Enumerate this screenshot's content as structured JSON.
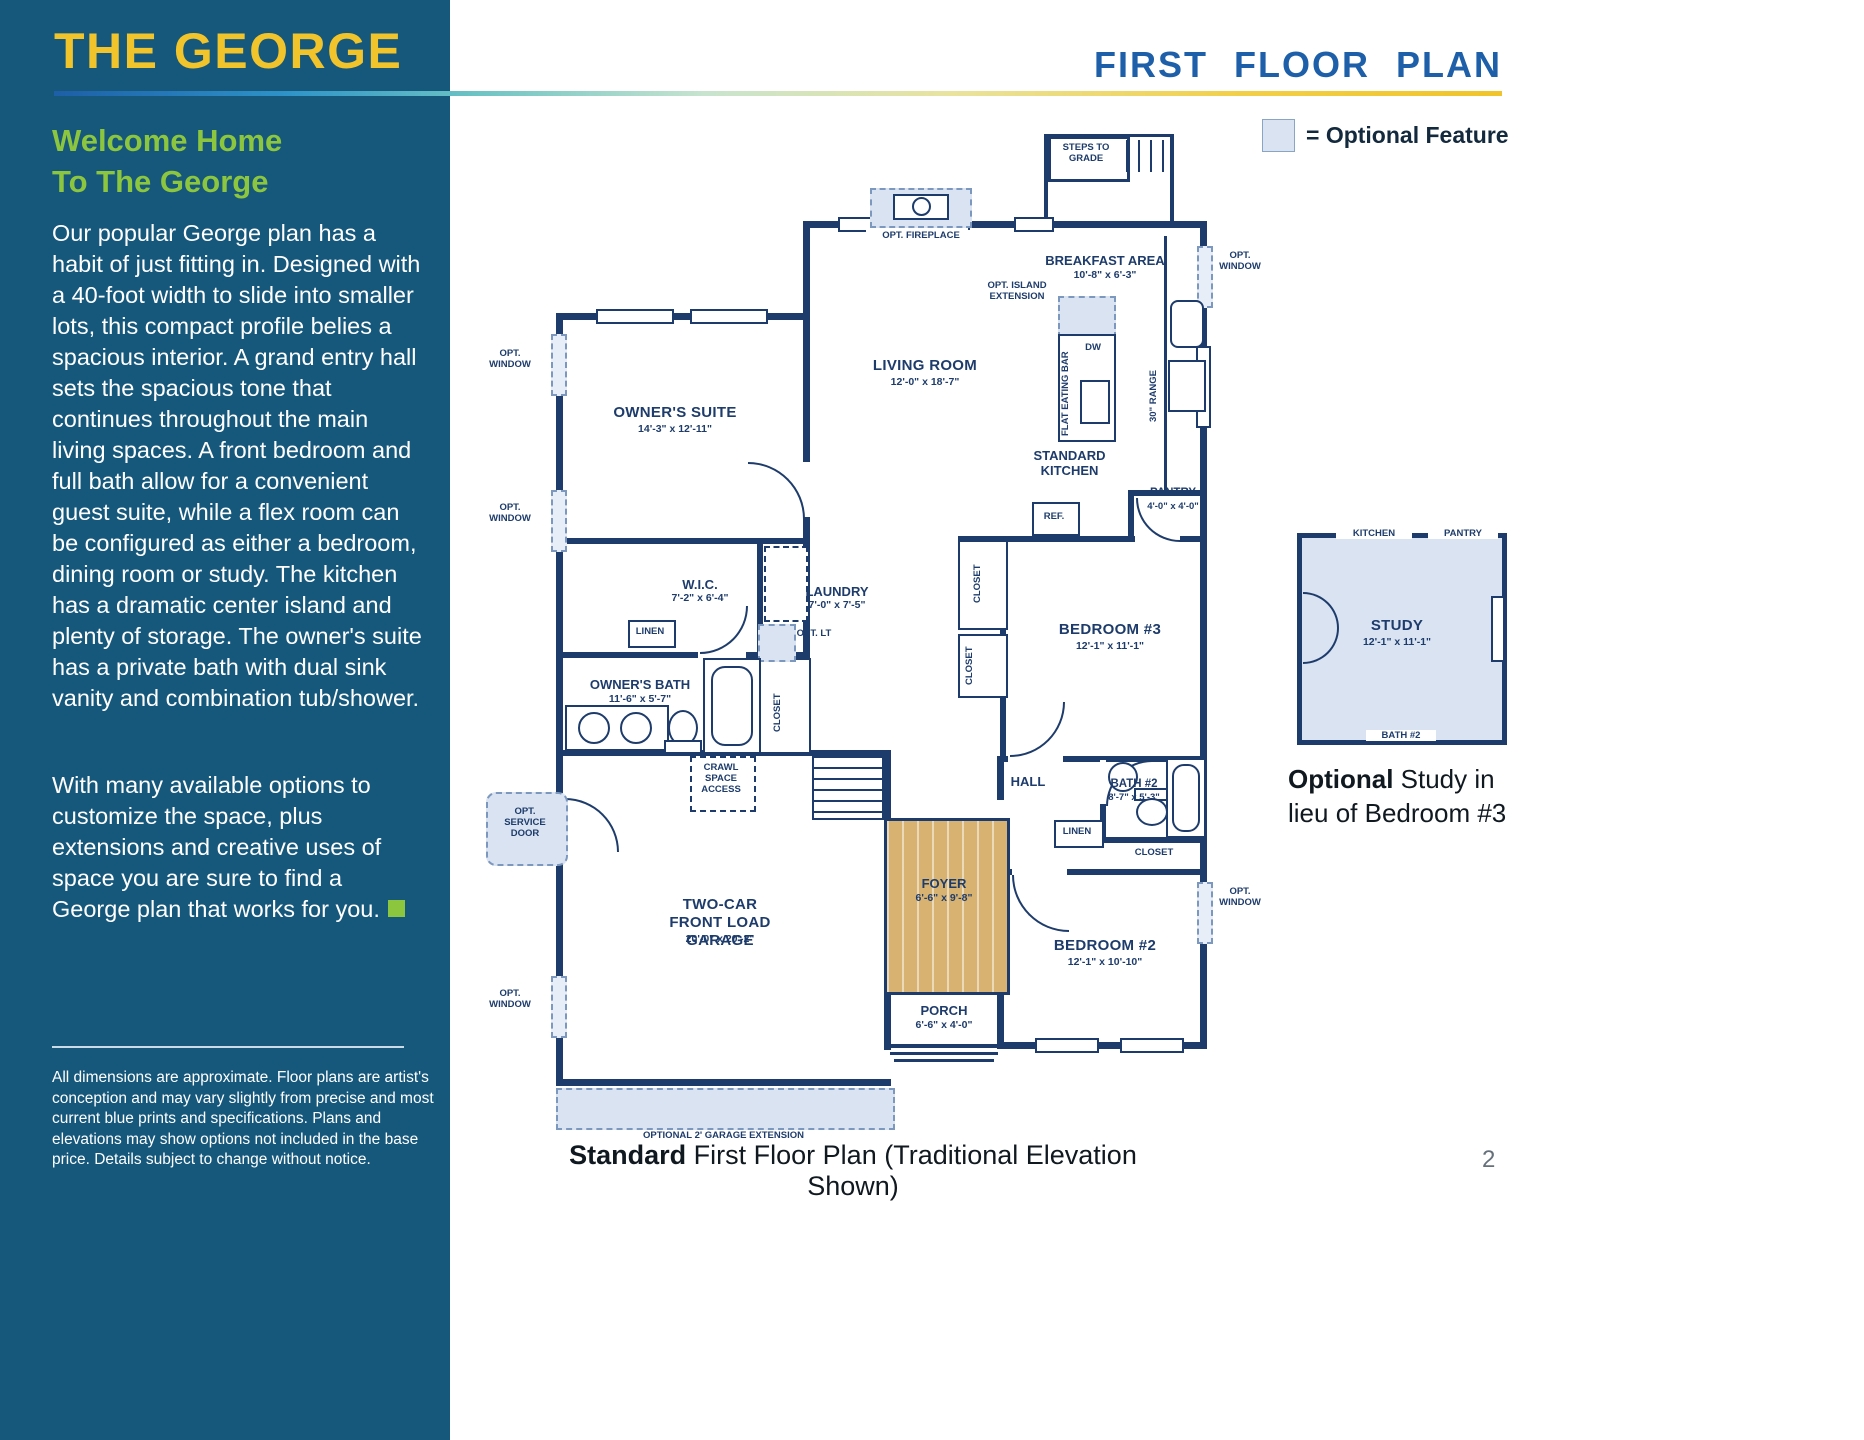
{
  "colors": {
    "sidebar_blue": "#16587c",
    "title_yellow": "#f0c42a",
    "accent_green": "#8cc63f",
    "plan_blue": "#1d5fa8",
    "wall_navy": "#1e3c6b",
    "optional_fill": "#d9e3f2",
    "foyer_tan": "#d7b271"
  },
  "header": {
    "brand_title": "THE GEORGE",
    "plan_title": "FIRST FLOOR PLAN",
    "legend_label": "= Optional Feature"
  },
  "sidebar": {
    "heading1": "Welcome Home",
    "heading2": "To The George",
    "paragraph1": "Our popular George plan has a habit of just fitting in. Designed with a 40-foot width to slide into smaller lots, this compact profile belies a spacious interior. A grand entry hall sets the spacious tone that continues throughout the main living spaces. A front bedroom and full bath allow for a convenient guest suite, while a flex room can be configured as either a bedroom, dining room or study. The kitchen has a dramatic center island and plenty of storage. The owner's suite has a private bath with dual sink vanity and combination tub/shower.",
    "paragraph2": "With many available options to customize the space, plus extensions and creative uses of space you are sure to find a George plan that works for you.",
    "end_mark_icon": "■",
    "disclaimer": "All dimensions are approximate. Floor plans are artist's conception and may vary slightly from precise and most current blue prints and specifications. Plans and elevations may show options not included in the base price. Details subject to change without notice."
  },
  "plan": {
    "steps_to_grade": "STEPS TO GRADE",
    "opt_fireplace": "OPT. FIREPLACE",
    "breakfast_area": "BREAKFAST AREA",
    "breakfast_area_dims": "10'-8\" x 6'-3\"",
    "opt_window": "OPT. WINDOW",
    "opt_island_extension": "OPT. ISLAND EXTENSION",
    "living_room": "LIVING ROOM",
    "living_room_dims": "12'-0\" x 18'-7\"",
    "dw": "DW",
    "flat_eating_bar": "FLAT EATING BAR",
    "range30": "30\" RANGE",
    "owners_suite": "OWNER'S SUITE",
    "owners_suite_dims": "14'-3\" x 12'-11\"",
    "standard_kitchen": "STANDARD KITCHEN",
    "pantry": "PANTRY",
    "pantry_dims": "4'-0\" x 4'-0\"",
    "ref": "REF.",
    "wic": "W.I.C.",
    "wic_dims": "7'-2\" x 6'-4\"",
    "laundry": "LAUNDRY",
    "laundry_dims": "7'-0\" x 7'-5\"",
    "linen": "LINEN",
    "opt_lt": "OPT. LT",
    "closet": "CLOSET",
    "owners_bath": "OWNER'S BATH",
    "owners_bath_dims": "11'-6\" x 5'-7\"",
    "bedroom3": "BEDROOM #3",
    "bedroom3_dims": "12'-1\" x 11'-1\"",
    "crawl_space_access": "CRAWL SPACE ACCESS",
    "hall": "HALL",
    "bath2": "BATH #2",
    "bath2_dims": "8'-7\" x 5'-3\"",
    "opt_service_door": "OPT. SERVICE DOOR",
    "garage_name1": "TWO-CAR",
    "garage_name2": "FRONT LOAD GARAGE",
    "garage_dims": "20'-0\" x 20'-2\"",
    "foyer": "FOYER",
    "foyer_dims": "6'-6\" x 9'-8\"",
    "bedroom2": "BEDROOM #2",
    "bedroom2_dims": "12'-1\" x 10'-10\"",
    "porch": "PORCH",
    "porch_dims": "6'-6\" x 4'-0\"",
    "garage_extension": "OPTIONAL 2' GARAGE EXTENSION",
    "caption_bold": "Standard",
    "caption_rest": " First Floor Plan (Traditional Elevation Shown)"
  },
  "inset": {
    "kitchen": "KITCHEN",
    "pantry": "PANTRY",
    "study": "STUDY",
    "study_dims": "12'-1\" x 11'-1\"",
    "bath2": "BATH #2",
    "caption_bold": "Optional",
    "caption_rest": " Study in lieu of Bedroom #3"
  },
  "footer": {
    "page_number": "2"
  }
}
